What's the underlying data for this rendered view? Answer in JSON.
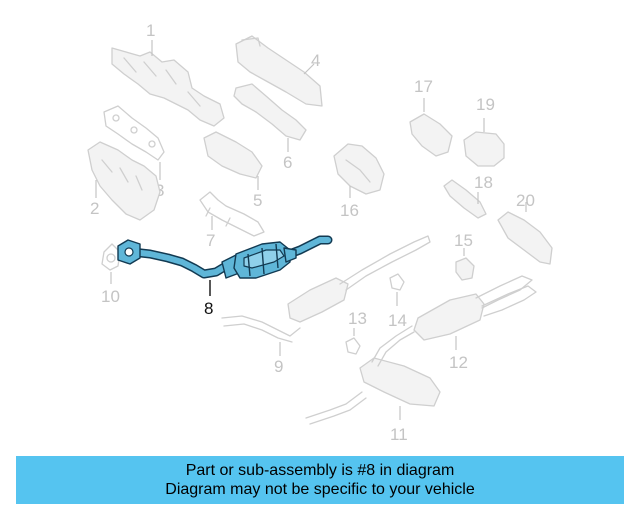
{
  "diagram": {
    "callouts": [
      "1",
      "2",
      "3",
      "4",
      "5",
      "6",
      "7",
      "8",
      "9",
      "10",
      "11",
      "12",
      "13",
      "14",
      "15",
      "16",
      "17",
      "18",
      "19",
      "20"
    ],
    "highlighted_callout": "8",
    "highlight_color": "#5fb6d8",
    "ghost_color": "#cfcfcf"
  },
  "banner": {
    "line1": "Part or sub-assembly is #8 in diagram",
    "line2": "Diagram may not be specific to your vehicle",
    "background": "#55c4f0"
  }
}
